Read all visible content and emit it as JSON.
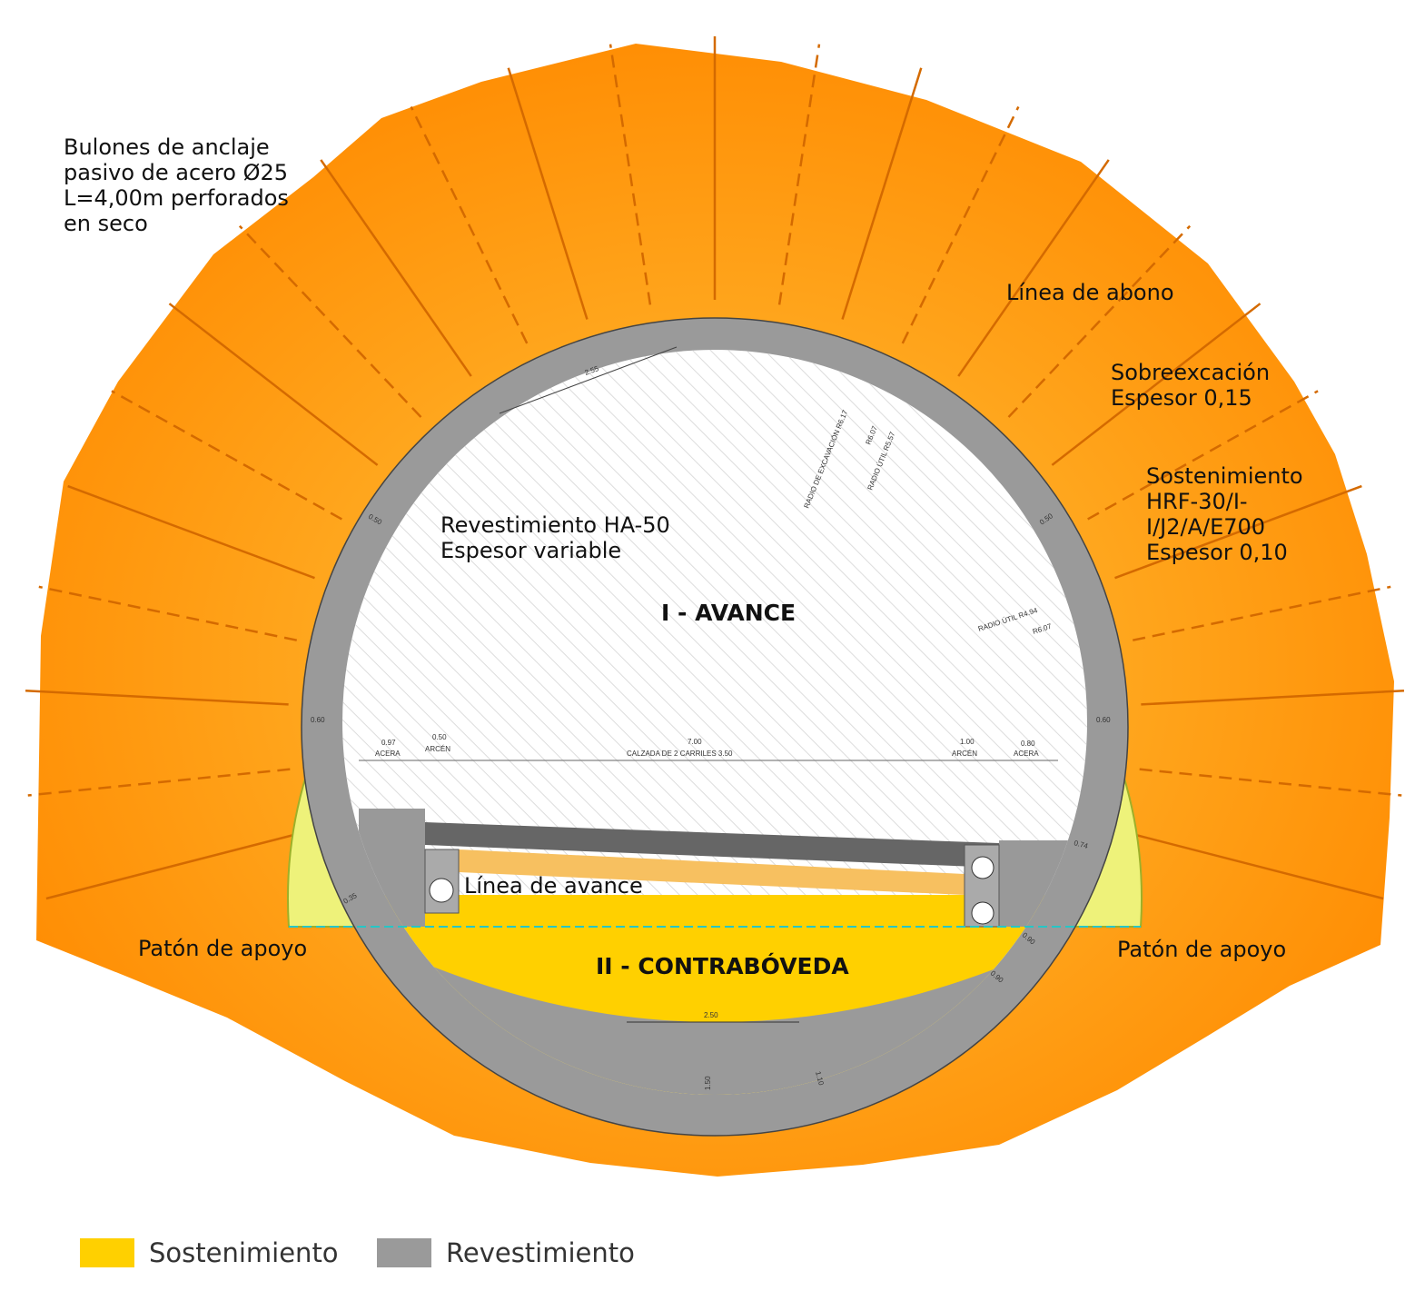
{
  "colors": {
    "orange": "#ff9a00",
    "sostenimiento": "#ffd000",
    "revestimiento": "#9a9a9a",
    "shotcrete": "#eef27a",
    "ground_line": "#26c6c6"
  },
  "labels": {
    "bulones": "Bulones de anclaje\npasivo de acero Ø25\nL=4,00m perforados\nen seco",
    "linea_abono": "Línea de abono",
    "sobreexcavacion": "Sobreexcación\nEspesor 0,15",
    "sostenimiento": "Sostenimiento\nHRF-30/I-\nI/J2/A/E700\nEspesor 0,10",
    "revestimiento": "Revestimiento HA-50\nEspesor variable",
    "avance": "I - AVANCE",
    "linea_avance": "Línea de avance",
    "paton_izq": "Patón de apoyo",
    "paton_der": "Patón de apoyo",
    "contraboveda": "II - CONTRABÓVEDA"
  },
  "dimensions": {
    "top_chord": "2.55",
    "radio_excavacion": "RADIO DE EXCAVACIÓN R6.17",
    "r_607": "R6.07",
    "radio_util_557": "RADIO ÚTIL R5.57",
    "ring_left_upper": "0.50",
    "ring_right_upper": "0.50",
    "radio_util_494": "RADIO ÚTIL R4.94",
    "r_607b": "R6.07",
    "ring_left": "0.60",
    "ring_right": "0.60",
    "acera_izq_val": "0.97",
    "acera_izq": "ACERA",
    "arcen_izq_val": "0.50",
    "arcen_izq": "ARCÉN",
    "calzada_val": "7.00",
    "calzada": "CALZADA DE 2 CARRILES 3.50",
    "arcen_der_val": "1.00",
    "arcen_der": "ARCÉN",
    "acera_der_val": "0.80",
    "acera_der": "ACERA",
    "right_074": "0.74",
    "left_035": "0.35",
    "right_090a": "0.90",
    "right_090b": "0.90",
    "invert_chord": "2.50",
    "invert_150": "1.50",
    "invert_110": "1.10"
  },
  "legend": [
    {
      "label": "Sostenimiento",
      "color": "#ffd000"
    },
    {
      "label": "Revestimiento",
      "color": "#9a9a9a"
    }
  ]
}
